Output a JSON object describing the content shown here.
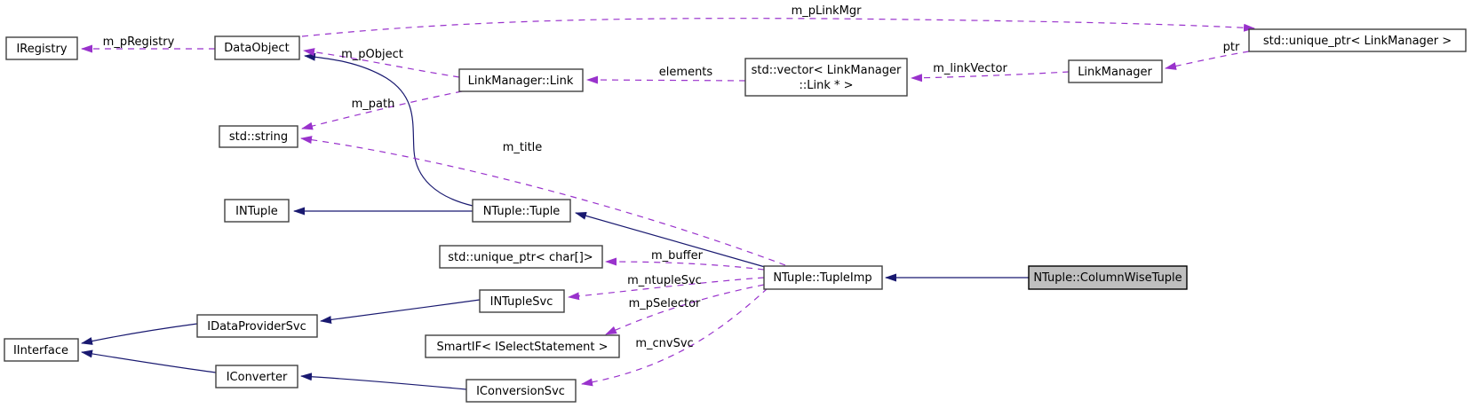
{
  "diagram": {
    "type": "doxygen-collaboration-graph",
    "colors": {
      "background": "#ffffff",
      "inheritance_edge": "#191970",
      "usage_edge": "#9932cc",
      "node_border": "#404040",
      "node_fill": "#ffffff",
      "highlighted_node_fill": "#bfbfbf",
      "text": "#000000"
    },
    "nodes": {
      "iregistry": {
        "label": "IRegistry"
      },
      "dataobject": {
        "label": "DataObject"
      },
      "linkmanager_link": {
        "label": "LinkManager::Link"
      },
      "std_vector": {
        "line1": "std::vector< LinkManager",
        "line2": "::Link * >"
      },
      "linkmanager": {
        "label": "LinkManager"
      },
      "unique_ptr_linkmanager": {
        "label": "std::unique_ptr< LinkManager >"
      },
      "std_string": {
        "label": "std::string"
      },
      "intuple": {
        "label": "INTuple"
      },
      "ntuple_tuple": {
        "label": "NTuple::Tuple"
      },
      "unique_ptr_char": {
        "label": "std::unique_ptr< char[]>"
      },
      "intuplesvc": {
        "label": "INTupleSvc"
      },
      "smartif": {
        "label": "SmartIF< ISelectStatement >"
      },
      "iconversionsvc": {
        "label": "IConversionSvc"
      },
      "iinterface": {
        "label": "IInterface"
      },
      "idataprovidersvc": {
        "label": "IDataProviderSvc"
      },
      "iconverter": {
        "label": "IConverter"
      },
      "ntuple_tupleimp": {
        "label": "NTuple::TupleImp"
      },
      "ntuple_columnwisetuple": {
        "label": "NTuple::ColumnWiseTuple"
      }
    },
    "edge_labels": {
      "m_pregistry": "m_pRegistry",
      "m_pobject": "m_pObject",
      "m_path": "m_path",
      "m_plinkmgr": "m_pLinkMgr",
      "elements": "elements",
      "m_linkvector": "m_linkVector",
      "ptr": "ptr",
      "m_title": "m_title",
      "m_buffer": "m_buffer",
      "m_ntuplesvc": "m_ntupleSvc",
      "m_pselector": "m_pSelector",
      "m_cnvsvc": "m_cnvSvc"
    }
  }
}
